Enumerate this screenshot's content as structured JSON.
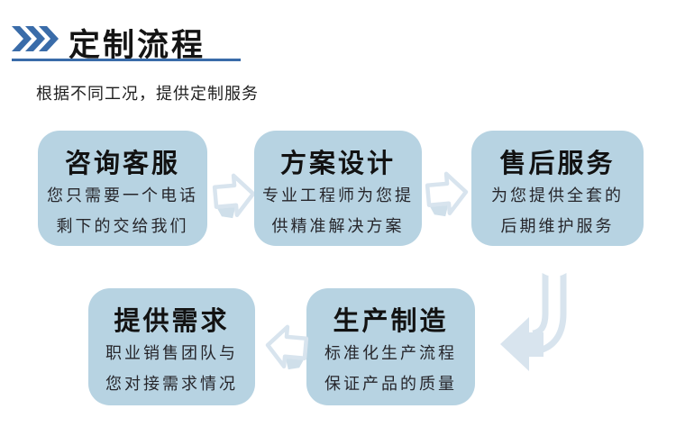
{
  "header": {
    "title": "定制流程",
    "subtitle": "根据不同工况，提供定制服务"
  },
  "colors": {
    "accent_blue": "#3a6ca9",
    "box_fill": "#b7d3e2",
    "arrow_outline": "#d8e4ee",
    "arrow_fold": "#cfdfea",
    "title_text": "#141414"
  },
  "flow": {
    "steps": [
      {
        "title": "咨询客服",
        "line1": "您只需要一个电话",
        "line2": "剩下的交给我们"
      },
      {
        "title": "方案设计",
        "line1": "专业工程师为您提",
        "line2": "供精准解决方案"
      },
      {
        "title": "售后服务",
        "line1": "为您提供全套的",
        "line2": "后期维护服务"
      },
      {
        "title": "生产制造",
        "line1": "标准化生产流程",
        "line2": "保证产品的质量"
      },
      {
        "title": "提供需求",
        "line1": "职业销售团队与",
        "line2": "您对接需求情况"
      }
    ],
    "icons": {
      "chevrons": "triple-chevron-right",
      "between_top_boxes": "hollow-arrow-right",
      "between_bottom_boxes": "hollow-arrow-left",
      "turn_down": "curved-arrow-down-left"
    }
  }
}
